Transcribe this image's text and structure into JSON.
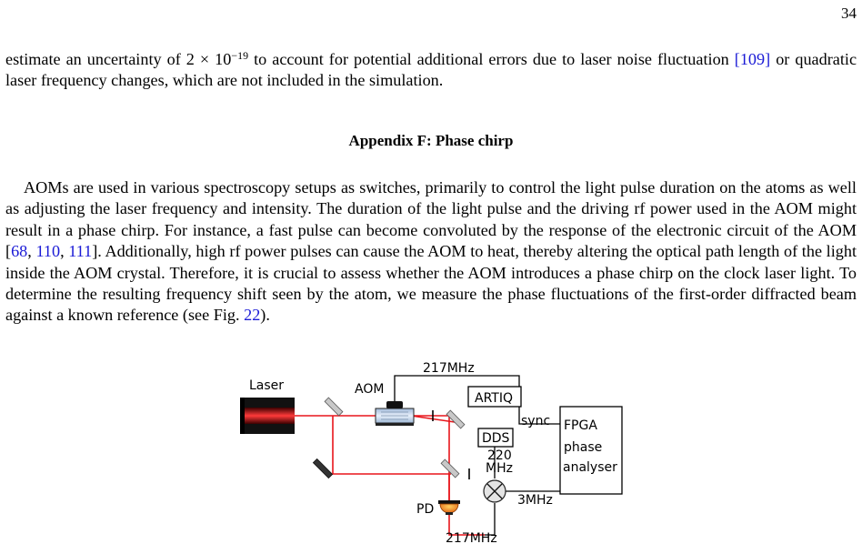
{
  "page": {
    "number": "34"
  },
  "paragraph_top": {
    "t1": "estimate an uncertainty of 2 × 10",
    "exp": "−19",
    "t2": " to account for potential additional errors due to laser noise fluctuation ",
    "c1": "[109]",
    "t3": " or quadratic laser frequency changes, which are not included in the simulation."
  },
  "section": {
    "heading": "Appendix F: Phase chirp"
  },
  "paragraph_main": {
    "t1": "AOMs are used in various spectroscopy setups as switches, primarily to control the light pulse duration on the atoms as well as adjusting the laser frequency and intensity. The duration of the light pulse and the driving rf power used in the AOM might result in a phase chirp. For instance, a fast pulse can become convoluted by the response of the electronic circuit of the AOM [",
    "c1": "68",
    "sep1": ", ",
    "c2": "110",
    "sep2": ", ",
    "c3": "111",
    "t2": "]. Additionally, high rf power pulses can cause the AOM to heat, thereby altering the optical path length of the light inside the AOM crystal. Therefore, it is crucial to assess whether the AOM introduces a phase chirp on the clock laser light. To determine the resulting frequency shift seen by the atom, we measure the phase fluctuations of the first-order diffracted beam against a known reference (see Fig. ",
    "fig_ref": "22",
    "t3": ")."
  },
  "diagram": {
    "laser": "Laser",
    "aom": "AOM",
    "rf_top": "217MHz",
    "artiq": "ARTIQ",
    "sync": "sync",
    "dds": "DDS",
    "dds_freq_1": "220",
    "dds_freq_2": "MHz",
    "fpga_1": "FPGA",
    "fpga_2": "phase",
    "fpga_3": "analyser",
    "beat": "3MHz",
    "pd": "PD",
    "rf_bottom": "217MHz",
    "colors": {
      "beam": "#e8151b",
      "photodiode": "#f0a01e",
      "mirror": "#c8c8c8"
    }
  }
}
